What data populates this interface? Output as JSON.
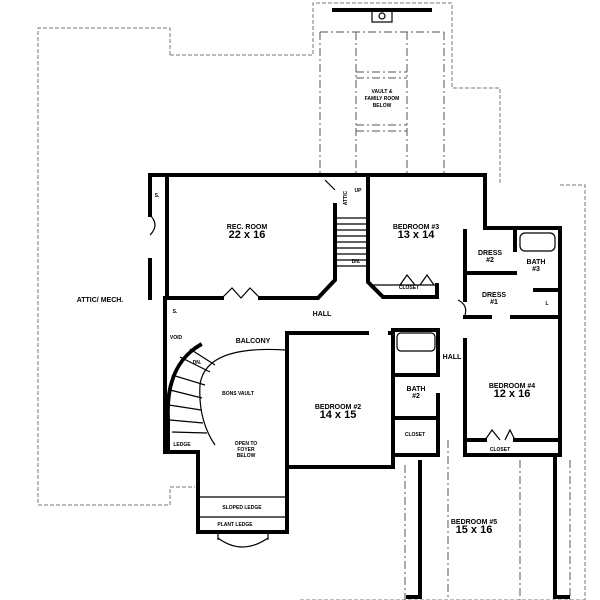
{
  "rooms": {
    "attic": "ATTIC/ MECH.",
    "vault_family_1": "VAULT &",
    "vault_family_2": "FAMILY ROOM",
    "vault_family_3": "BELOW",
    "rec_room": "REC. ROOM",
    "rec_room_dim": "22 x 16",
    "bedroom3": "BEDROOM #3",
    "bedroom3_dim": "13 x 14",
    "bedroom3_closet": "CLOSET",
    "dress2_1": "DRESS",
    "dress2_2": "#2",
    "bath3_1": "BATH",
    "bath3_2": "#3",
    "dress1_1": "DRESS",
    "dress1_2": "#1",
    "linen": "L",
    "hall_upper": "HALL",
    "hall_right": "HALL",
    "balcony": "BALCONY",
    "storage_top": "S.",
    "storage_mid": "S.",
    "stair_up": "UP",
    "stair_dn": "DN.",
    "attic_label": "ATTIC",
    "void": "VOID",
    "spiral_dn": "DN.",
    "bonus_vault": "BONS VAULT",
    "open_foyer_1": "OPEN TO",
    "open_foyer_2": "FOYER",
    "open_foyer_3": "BELOW",
    "ledge": "LEDGE",
    "sloped_ledge": "SLOPED LEDGE",
    "plant_ledge": "PLANT LEDGE",
    "bedroom2": "BEDROOM #2",
    "bedroom2_dim": "14 x 15",
    "bath2_1": "BATH",
    "bath2_2": "#2",
    "bath2_closet": "CLOSET",
    "bedroom4": "BEDROOM #4",
    "bedroom4_dim": "12 x 16",
    "bedroom4_closet": "CLOSET",
    "bedroom5": "BEDROOM #5",
    "bedroom5_dim": "15 x 16"
  }
}
